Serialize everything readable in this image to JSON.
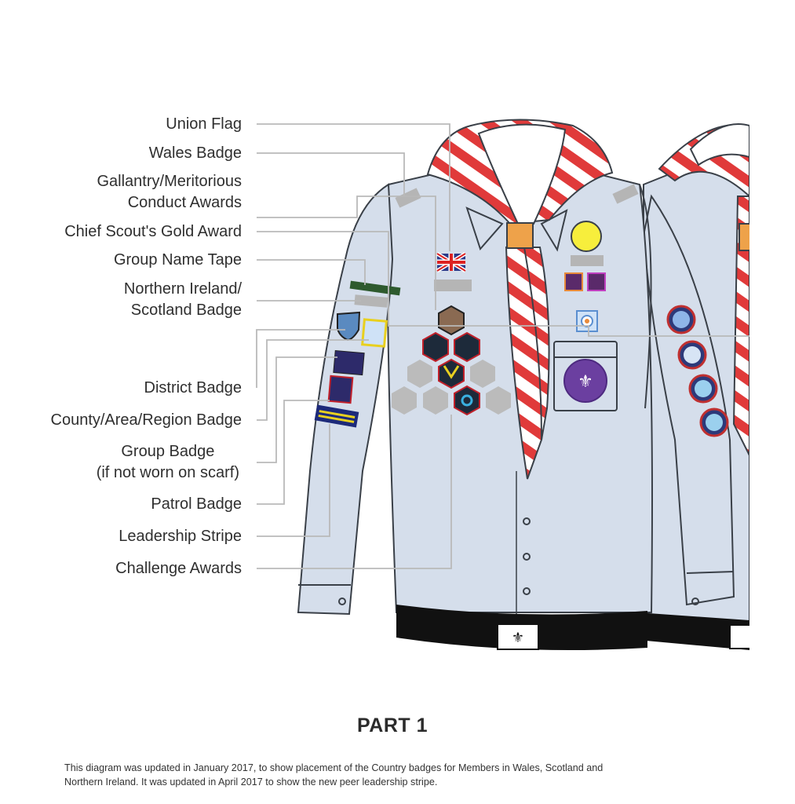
{
  "labels": {
    "union_flag": "Union Flag",
    "wales_badge": "Wales Badge",
    "gallantry_1": "Gallantry/Meritorious",
    "gallantry_2": "Conduct Awards",
    "chief_scout": "Chief Scout's Gold Award",
    "group_name_tape": "Group Name Tape",
    "ni_scotland_1": "Northern Ireland/",
    "ni_scotland_2": "Scotland Badge",
    "district": "District Badge",
    "county": "County/Area/Region Badge",
    "group_badge_1": "Group Badge",
    "group_badge_2": "(if not worn on scarf)",
    "patrol": "Patrol Badge",
    "leadership": "Leadership Stripe",
    "challenge": "Challenge Awards"
  },
  "title": "PART 1",
  "note_line1": "This diagram was updated in January 2017, to show placement of the Country badges for Members in Wales, Scotland and",
  "note_line2": "Northern Ireland. It was updated in April 2017 to show the new peer leadership stripe.",
  "colors": {
    "shirt": "#d5deeb",
    "outline": "#3a4048",
    "scarf_red": "#e03a3a",
    "woggle": "#eea24a",
    "belt": "#111111",
    "leader_line": "#b9b9b9",
    "placeholder_badge": "#b5b5b5"
  }
}
